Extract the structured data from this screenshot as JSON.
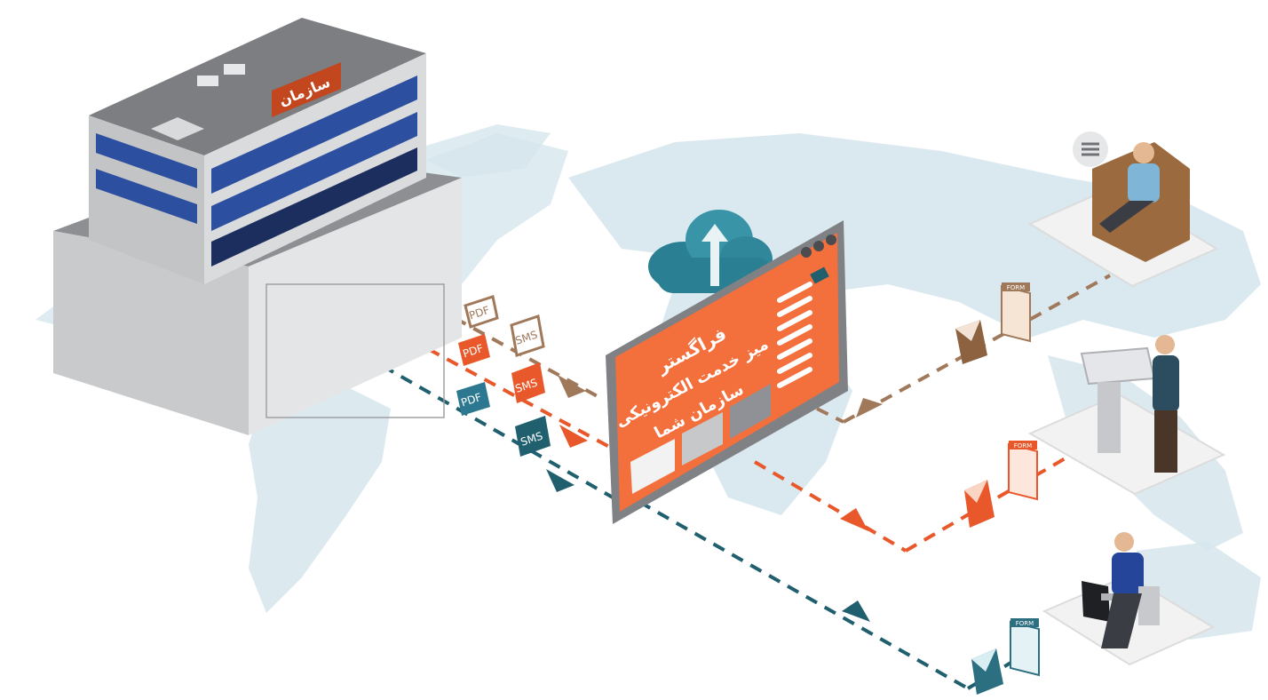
{
  "building": {
    "sign": "سازمان"
  },
  "portal": {
    "line1": "فراگستر",
    "line2": "میز خدمت الکترونیکی",
    "line3": "سازمان شما"
  },
  "doc_tags": {
    "pdf": "PDF",
    "sms": "SMS"
  },
  "form_tag": "FORM",
  "colors": {
    "brown": "#a0785a",
    "orange": "#e8582a",
    "teal": "#1f5f6e",
    "map": "#d3e3ea",
    "screen": "#f36f3c"
  }
}
